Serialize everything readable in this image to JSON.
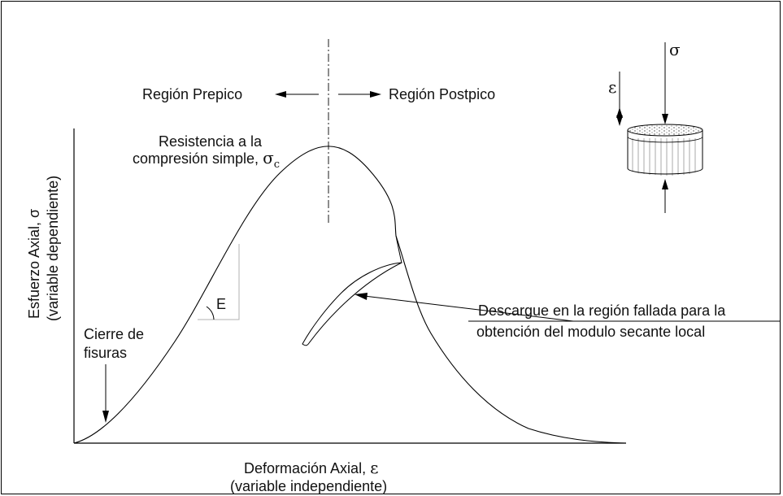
{
  "regions": {
    "prepeak": "Región Prepico",
    "postpeak": "Región Postpico"
  },
  "peak_label": {
    "line1": "Resistencia a la",
    "line2": "compresión simple,",
    "symbol": "σ",
    "subscript": "c"
  },
  "y_axis": {
    "line1": "Esfuerzo Axial, σ",
    "line2": "(variable dependiente)"
  },
  "x_axis": {
    "line1": "Deformación Axial,",
    "line1_symbol": "ε",
    "line2": "(variable independiente)"
  },
  "crack_closure": {
    "line1": "Cierre de",
    "line2": "fisuras"
  },
  "modulus_label": "E",
  "unloading_note": {
    "line1": "Descargue en la región fallada para la",
    "line2": "obtención del modulo secante local"
  },
  "specimen": {
    "stress_symbol": "σ",
    "strain_symbol": "ε"
  },
  "colors": {
    "line": "#000000",
    "triangle": "#b0b0b0",
    "background": "#ffffff"
  }
}
